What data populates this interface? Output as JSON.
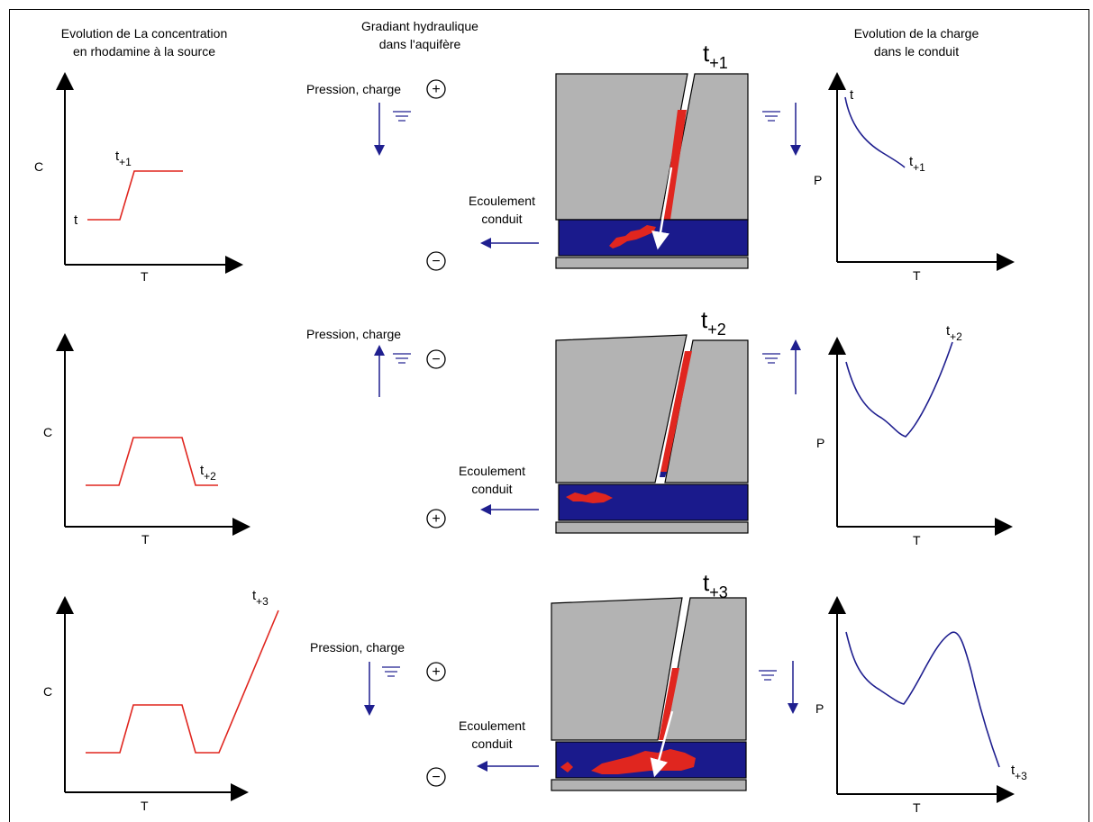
{
  "headers": {
    "left": [
      "Evolution de La concentration",
      "en rhodamine à la source"
    ],
    "middle": [
      "Gradiant hydraulique",
      "dans l'aquifère"
    ],
    "right": [
      "Evolution de la charge",
      "dans le conduit"
    ]
  },
  "labels": {
    "pressure": "Pression, charge",
    "flow": [
      "Ecoulement",
      "conduit"
    ],
    "concentration_axis": "C",
    "pressure_axis": "P",
    "time_axis": "T",
    "t_base": "t",
    "plus": "+",
    "minus": "−"
  },
  "rows": [
    {
      "time_label": "t",
      "time_sub": "+1",
      "gradient_top": "+",
      "gradient_bottom": "−",
      "aquifer_arrow": "down",
      "conduit_arrow": "down",
      "source_curve_start_label": "t",
      "source_curve_end": {
        "label": "t",
        "sub": "+1"
      },
      "charge_curve_start_label": "t",
      "charge_curve_end": {
        "label": "t",
        "sub": "+1"
      }
    },
    {
      "time_label": "t",
      "time_sub": "+2",
      "gradient_top": "−",
      "gradient_bottom": "+",
      "aquifer_arrow": "up",
      "conduit_arrow": "up",
      "source_curve_end": {
        "label": "t",
        "sub": "+2"
      },
      "charge_curve_end": {
        "label": "t",
        "sub": "+2"
      }
    },
    {
      "time_label": "t",
      "time_sub": "+3",
      "gradient_top": "+",
      "gradient_bottom": "−",
      "aquifer_arrow": "down",
      "conduit_arrow": "down",
      "source_curve_end": {
        "label": "t",
        "sub": "+3"
      },
      "charge_curve_end": {
        "label": "t",
        "sub": "+3"
      }
    }
  ],
  "colors": {
    "rock": "#b3b3b3",
    "water": "#1a1a8c",
    "tracer": "#e0261f",
    "arrow_blue": "#1f1f8f",
    "curve_red": "#e0261f",
    "curve_blue": "#1f1f8f"
  }
}
